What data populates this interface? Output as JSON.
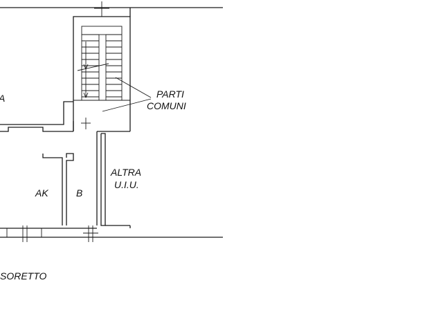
{
  "labels": {
    "parti_line1": "PARTI",
    "parti_line2": "COMUNI",
    "altra_line1": "ALTRA",
    "altra_line2": "U.I.U.",
    "room_ak": "AK",
    "room_b": "B",
    "left_edge_letter": "A",
    "floor_caption": "SORETTO"
  },
  "colors": {
    "ink": "#1a1a1a",
    "background": "#ffffff"
  }
}
